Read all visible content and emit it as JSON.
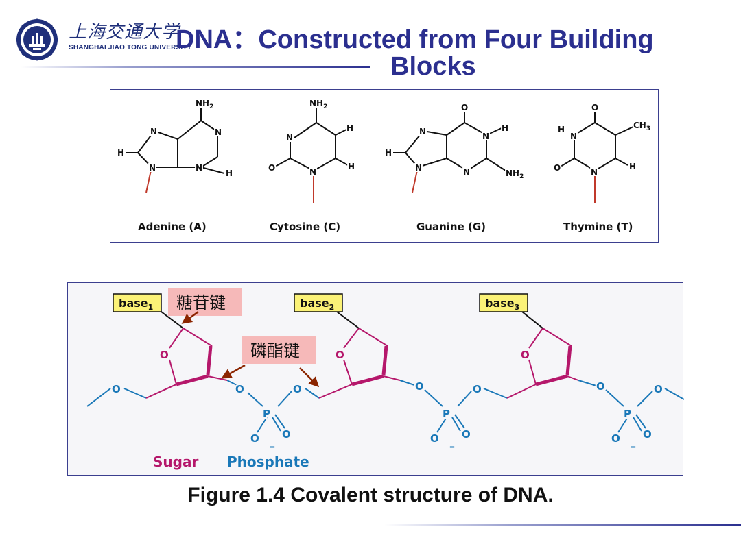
{
  "header": {
    "logo_text_cn": "上海交通大学",
    "logo_text_en": "SHANGHAI JIAO TONG UNIVERSITY",
    "title_line1": "DNA：Constructed from Four Building",
    "title_line2": "Blocks"
  },
  "bases": [
    {
      "name": "Adenine (A)"
    },
    {
      "name": "Cytosine (C)"
    },
    {
      "name": "Guanine (G)"
    },
    {
      "name": "Thymine (T)"
    }
  ],
  "atoms": {
    "n": "N",
    "o": "O",
    "h": "H",
    "nh2": "NH",
    "sub2": "2",
    "ch3": "CH",
    "sub3": "3",
    "p": "P",
    "minus": "–"
  },
  "backbone": {
    "base_word": "base",
    "base_subs": [
      "1",
      "2",
      "3"
    ],
    "glycosidic_bond": "糖苷键",
    "phosphodiester_bond": "磷酯键",
    "legend_sugar": "Sugar",
    "legend_phosphate": "Phosphate"
  },
  "colors": {
    "title": "#2b2f8f",
    "sugar": "#b5176b",
    "phosphate": "#1a78b8",
    "bond_label_bg": "#f6b9b9",
    "base_label_bg": "#fbf277",
    "arrow": "#8b2500"
  },
  "caption": "Figure 1.4 Covalent structure of DNA."
}
